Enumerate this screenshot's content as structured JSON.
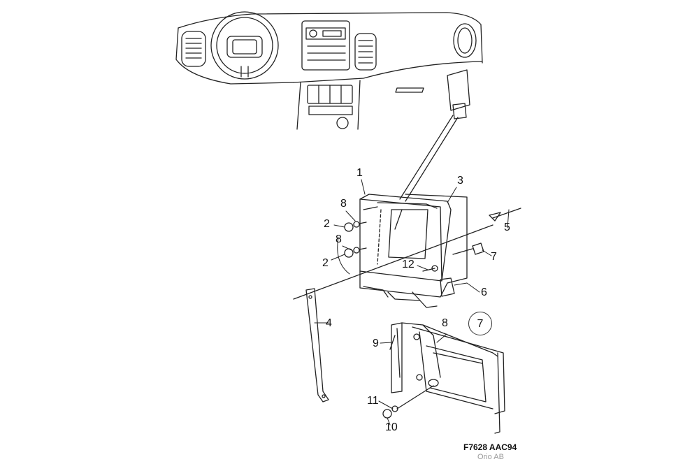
{
  "diagram": {
    "figure_code": "F7628 AAC94",
    "watermark": "Orio AB",
    "callouts": {
      "c1": "1",
      "c3": "3",
      "c8a": "8",
      "c2a": "2",
      "c8b": "8",
      "c2b": "2",
      "c5": "5",
      "c7": "7",
      "c12": "12",
      "c6": "6",
      "c4": "4",
      "c8c": "8",
      "c9": "9",
      "c11": "11",
      "c10": "10"
    },
    "detail_badge": "7"
  }
}
